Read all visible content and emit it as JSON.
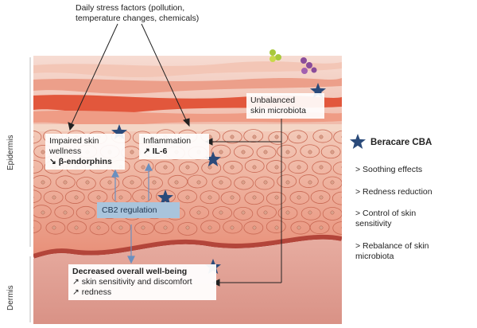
{
  "stress_label": [
    "Daily stress factors (pollution,",
    "temperature changes, chemicals)"
  ],
  "layer_labels": {
    "epidermis": "Epidermis",
    "dermis": "Dermis"
  },
  "boxes": {
    "unbalanced": [
      "Unbalanced",
      "skin microbiota"
    ],
    "impaired": [
      "Impaired skin",
      "wellness",
      "↘ β-endorphins"
    ],
    "inflammation": [
      "Inflammation",
      "↗ IL-6"
    ],
    "cb2": "CB2 regulation",
    "decreased": [
      "Decreased overall well-being",
      "↗ skin sensitivity and discomfort",
      "↗ redness"
    ]
  },
  "legend": {
    "title": "Beracare CBA",
    "items": [
      "> Soothing effects",
      "> Redness reduction",
      "> Control of skin sensitivity",
      "> Rebalance of skin microbiota"
    ]
  },
  "colors": {
    "star": "#2a4a7a",
    "arrow": "#222222",
    "cb2_arrow": "#6a90c0"
  }
}
